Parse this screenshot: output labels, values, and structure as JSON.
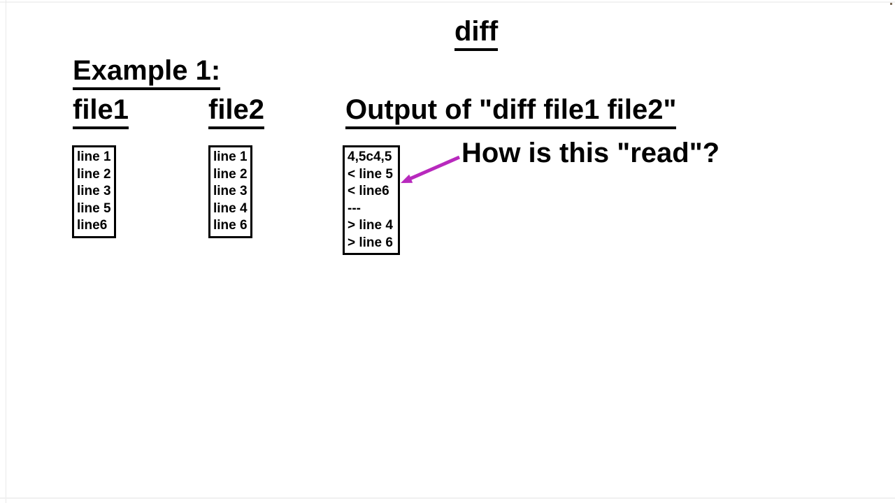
{
  "slide": {
    "title": "diff",
    "example_heading": "Example 1:",
    "question": "How is this \"read\"?"
  },
  "columns": [
    {
      "header": "file1",
      "lines": [
        "line 1",
        "line 2",
        "line 3",
        "line 5",
        "line6"
      ]
    },
    {
      "header": "file2",
      "lines": [
        "line 1",
        "line 2",
        "line 3",
        "line 4",
        "line 6"
      ]
    },
    {
      "header": "Output of \"diff file1 file2\"",
      "lines": [
        "4,5c4,5",
        "< line 5",
        "< line6",
        "---",
        "> line 4",
        "> line 6"
      ]
    }
  ],
  "annotation": {
    "arrow_color": "#b829bd"
  },
  "colors": {
    "background": "#ffffff",
    "text": "#000000",
    "box_border": "#000000"
  }
}
